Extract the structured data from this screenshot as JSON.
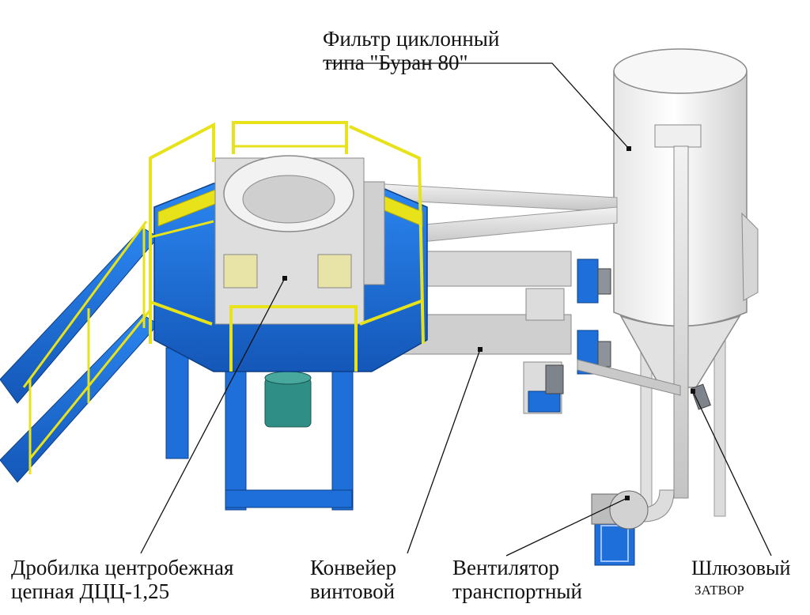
{
  "labels": {
    "filter": {
      "line1": "Фильтр циклонный",
      "line2": "типа \"Буран 80\""
    },
    "crusher": {
      "line1": "Дробилка центробежная",
      "line2": "цепная ДЦЦ-1,25"
    },
    "conveyor": {
      "line1": "Конвейер",
      "line2": "винтовой"
    },
    "fan": {
      "line1": "Вентилятор",
      "line2": "транспортный"
    },
    "valve": {
      "line1": "Шлюзовый",
      "line2": "затвор"
    }
  },
  "colors": {
    "platform_blue": "#1e6fd9",
    "railing_yellow": "#e8e21a",
    "motor_teal": "#2f8f86",
    "equipment_grey": "#d9d9d9",
    "leader_line": "#111111"
  }
}
